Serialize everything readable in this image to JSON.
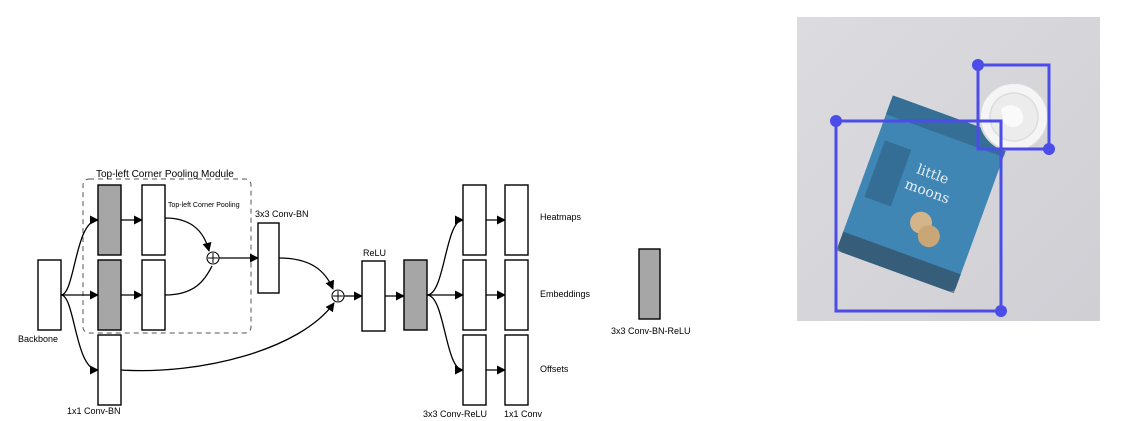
{
  "diagram": {
    "labels": {
      "backbone": "Backbone",
      "module_title": "Top-left Corner Pooling Module",
      "corner_pooling": "Top-left Corner Pooling",
      "conv_bn_3x3": "3x3 Conv-BN",
      "relu": "ReLU",
      "heatmaps": "Heatmaps",
      "embeddings": "Embeddings",
      "offsets": "Offsets",
      "conv_bn_1x1": "1x1 Conv-BN",
      "conv_relu_3x3": "3x3 Conv-ReLU",
      "conv_1x1": "1x1 Conv",
      "legend": "3x3 Conv-BN-ReLU"
    },
    "colors": {
      "gray_block": "#a6a6a6",
      "line": "#000000"
    }
  },
  "photo": {
    "colors": {
      "background": "#d9d9dd",
      "bbox": "#4c4ce8",
      "package": "#3f86b5"
    },
    "package_text_line1": "little",
    "package_text_line2": "moons"
  }
}
